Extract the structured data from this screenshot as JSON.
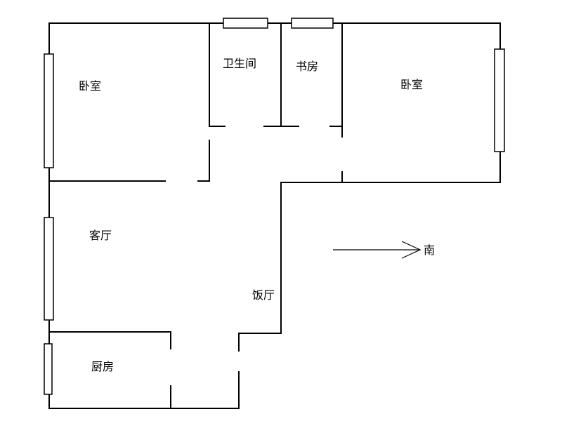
{
  "rooms": {
    "bedroom_left": "卧室",
    "bathroom": "卫生间",
    "study": "书房",
    "bedroom_right": "卧室",
    "living_room": "客厅",
    "dining_room": "饭厅",
    "kitchen": "厨房"
  },
  "compass": {
    "direction": "南"
  }
}
